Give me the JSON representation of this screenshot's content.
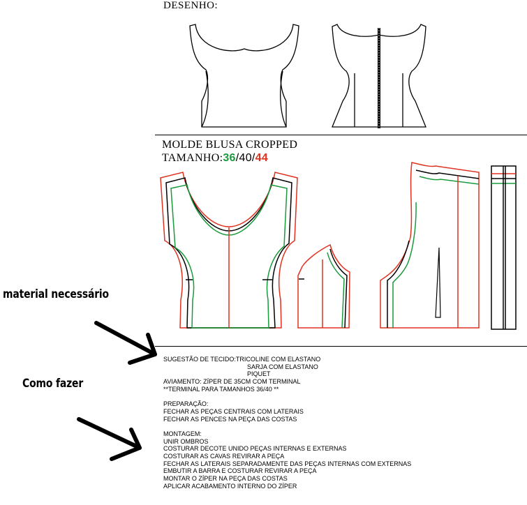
{
  "drawing_section": {
    "title": "DESENHO:"
  },
  "mold_section": {
    "title": "MOLDE BLUSA CROPPED",
    "size_label": "TAMANHO:",
    "size_36": "36",
    "sep_1": "/",
    "size_40": "40",
    "sep_2": "/",
    "size_44": "44"
  },
  "side_labels": {
    "material": "material necessário",
    "como_fazer": "Como fazer"
  },
  "instructions": {
    "fabric_label": "SUGESTÃO DE TECIDO:",
    "fabrics": [
      "TRICOLINE COM ELASTANO",
      "SARJA COM ELASTANO",
      "PIQUET"
    ],
    "aviamento": "AVIAMENTO: ZÍPER DE 35CM COM TERMINAL",
    "terminal_note": "**TERMINAL PARA TAMANHOS 36/40 **",
    "preparacao_title": "PREPARAÇÃO:",
    "preparacao_steps": [
      "FECHAR AS PEÇAS CENTRAIS COM LATERAIS",
      "FECHAR AS PENCES NA PEÇA DAS COSTAS"
    ],
    "montagem_title": "MONTAGEM:",
    "montagem_steps": [
      "UNIR OMBROS",
      "COSTURAR DECOTE UNIDO  PEÇAS INTERNAS E EXTERNAS",
      "COSTURAR AS CAVAS REVIRAR A PEÇA",
      "FECHAR AS LATERAIS SEPARADAMENTE DAS PEÇAS INTERNAS COM EXTERNAS",
      "EMBUTIR A BARRA E COSTURAR REVIRAR A PEÇA",
      "MONTAR O ZÍPER NA PEÇA DAS COSTAS",
      "APLICAR ACABAMENTO INTERNO DO ZÍPER"
    ]
  },
  "colors": {
    "size_36": "#1a9a3c",
    "size_40": "#000000",
    "size_44": "#e0301e"
  }
}
